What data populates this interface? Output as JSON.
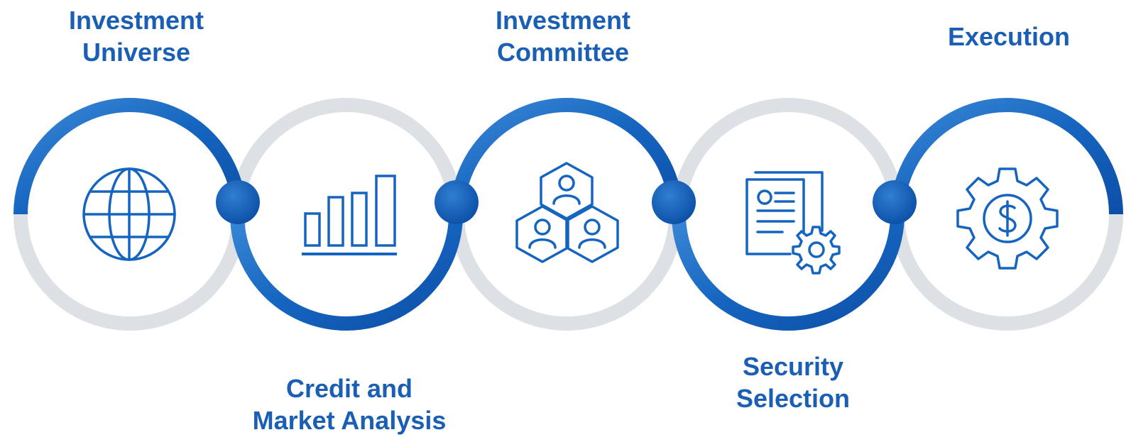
{
  "accent_color": "#1460bf",
  "ring_gray_color": "#dde0e4",
  "steps": [
    {
      "line1": "Investment",
      "line2": "Universe",
      "icon": "globe-icon",
      "label_position": "top"
    },
    {
      "line1": "Credit and",
      "line2": "Market Analysis",
      "icon": "bar-chart-icon",
      "label_position": "bottom"
    },
    {
      "line1": "Investment",
      "line2": "Committee",
      "icon": "team-hexagon-icon",
      "label_position": "top"
    },
    {
      "line1": "Security",
      "line2": "Selection",
      "icon": "document-settings-icon",
      "label_position": "bottom"
    },
    {
      "line1": "Execution",
      "line2": "",
      "icon": "dollar-gear-icon",
      "label_position": "top"
    }
  ]
}
